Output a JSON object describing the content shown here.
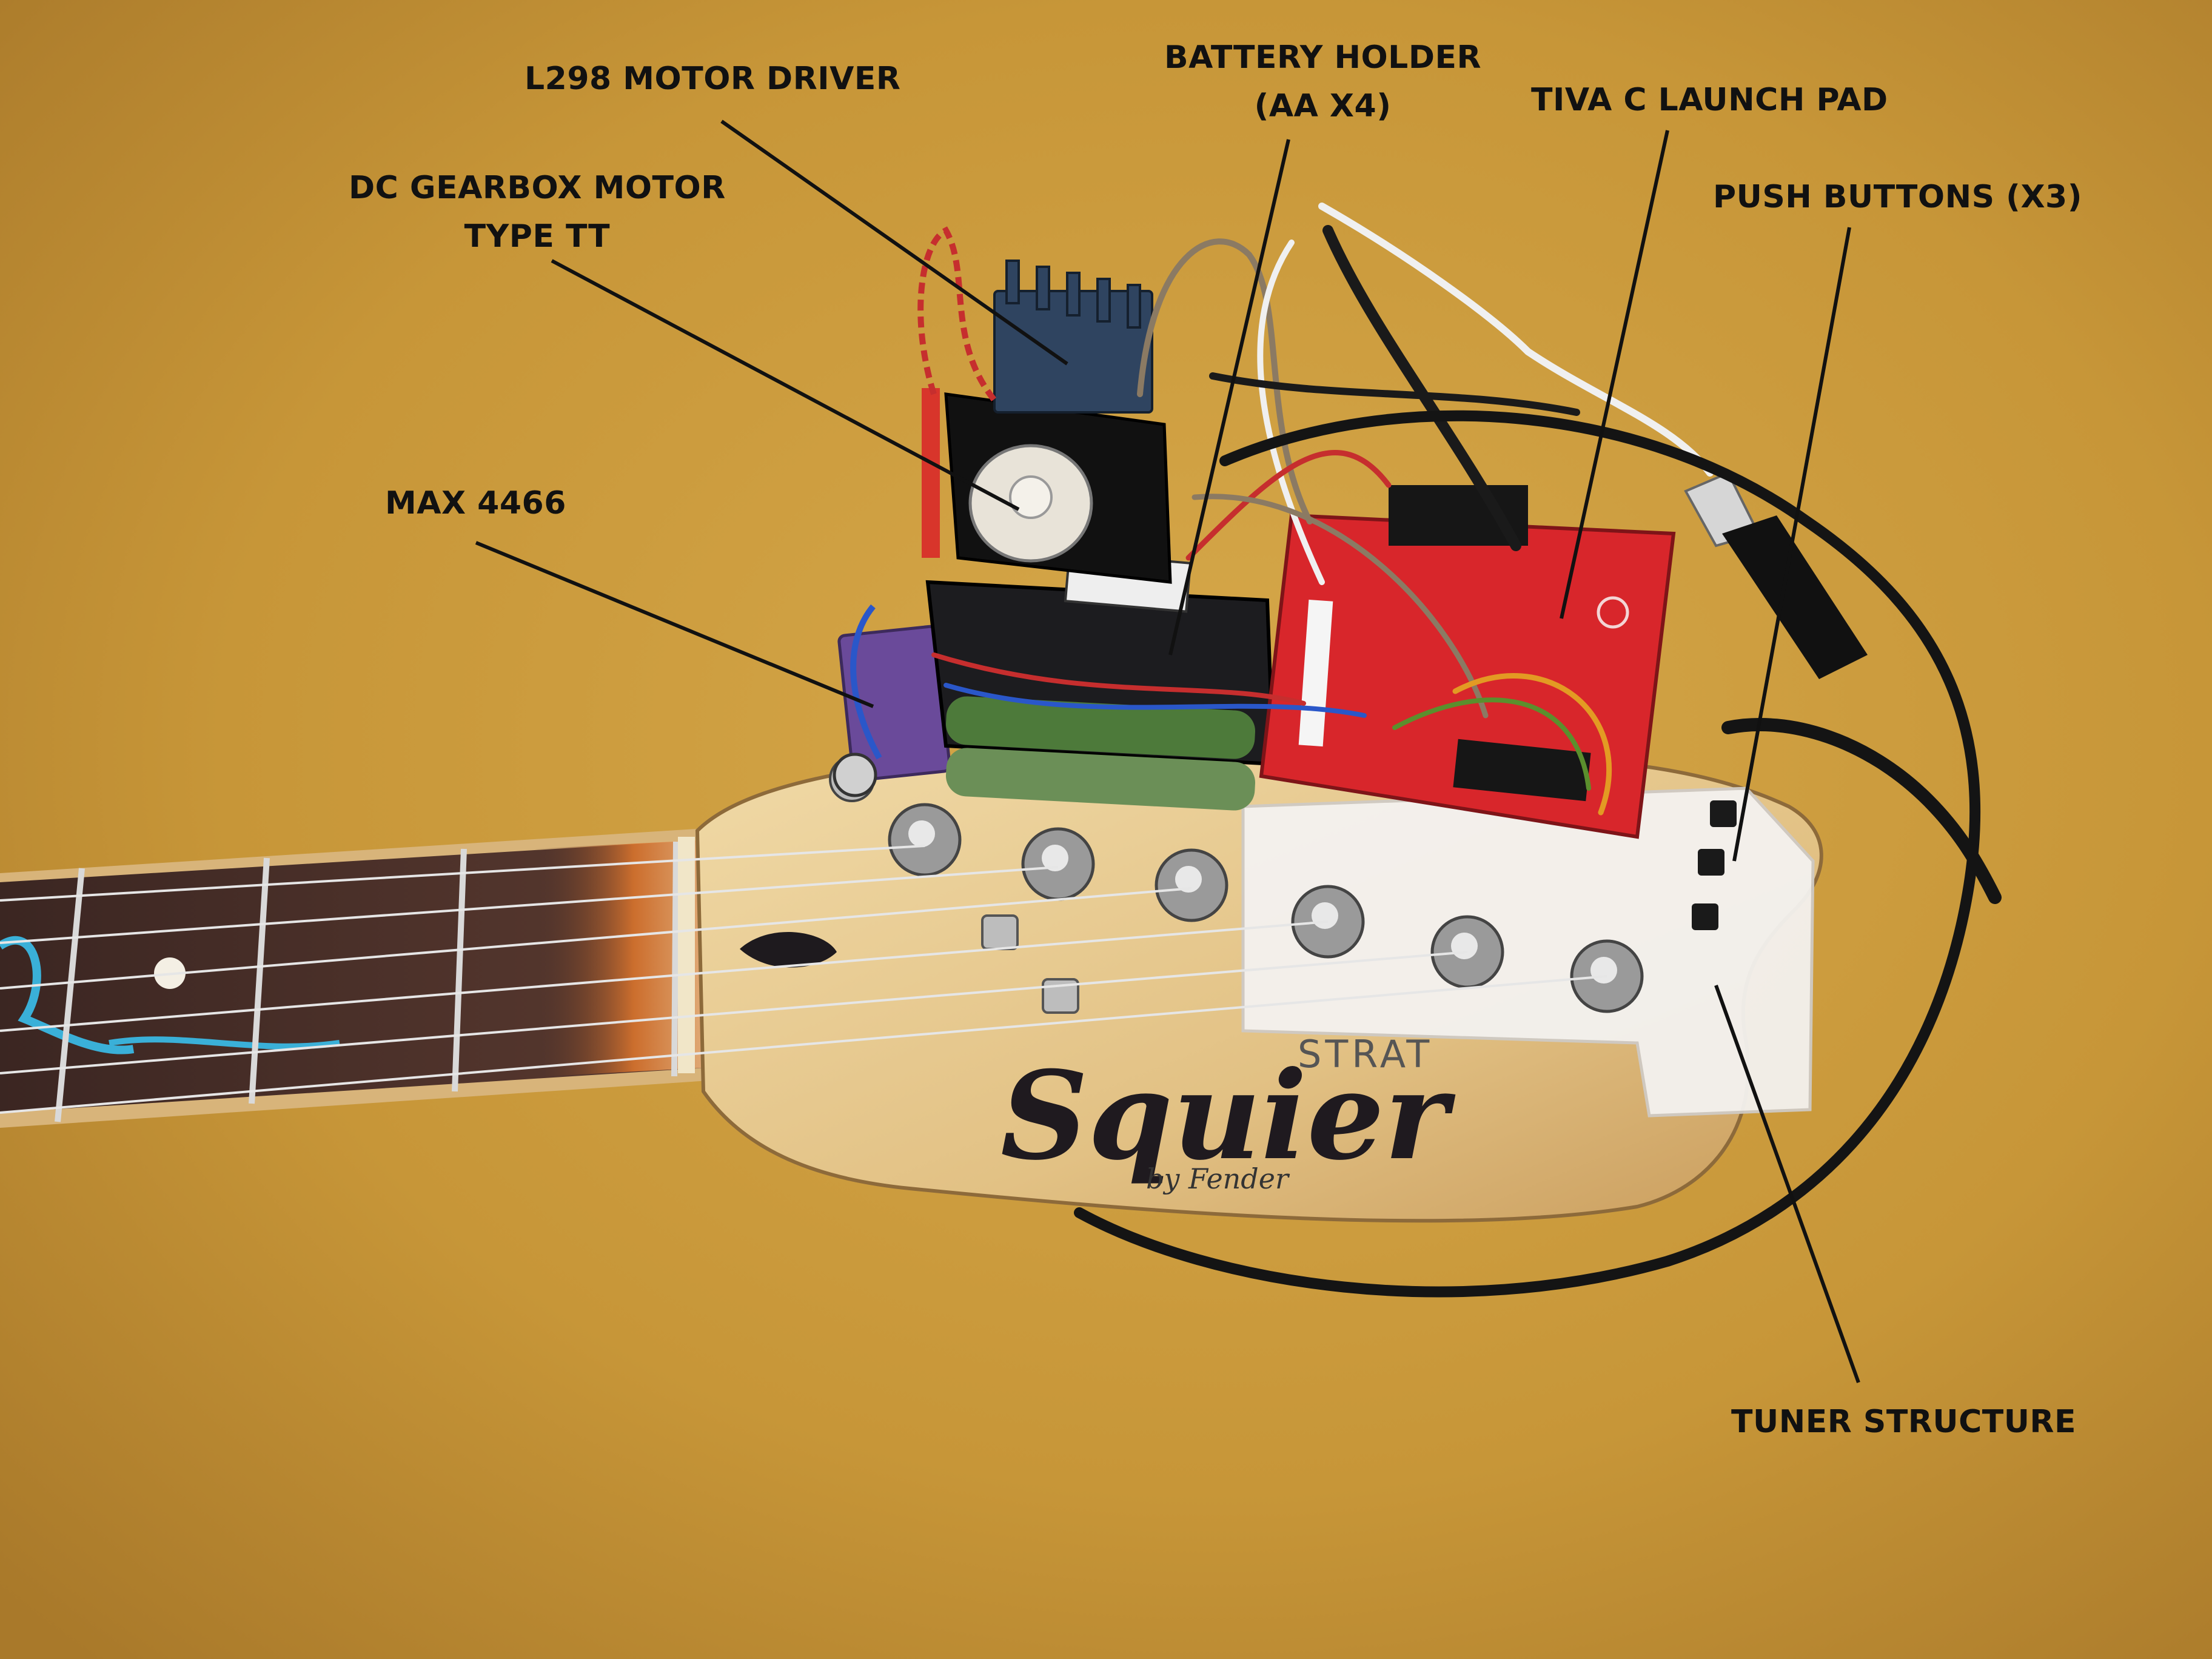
{
  "image_kind": "annotated photograph",
  "colors": {
    "cloth": "#c79a3c",
    "fretboard": "#4a2f2a",
    "headstock_wood": "#e7c991",
    "launchpad_pcb": "#d8262b",
    "leader_lines": "#111111"
  },
  "labels": {
    "l298": "L298 MOTOR DRIVER",
    "battery": [
      "BATTERY HOLDER",
      "(AA X4)"
    ],
    "tiva": "TIVA C LAUNCH PAD",
    "dc_motor": [
      "DC GEARBOX MOTOR",
      "TYPE TT"
    ],
    "push_buttons": "PUSH BUTTONS (X3)",
    "max4466": "MAX 4466",
    "tuner": "TUNER STRUCTURE"
  },
  "markings": {
    "brand": "Squier",
    "model": "STRAT",
    "maker": "by Fender"
  }
}
